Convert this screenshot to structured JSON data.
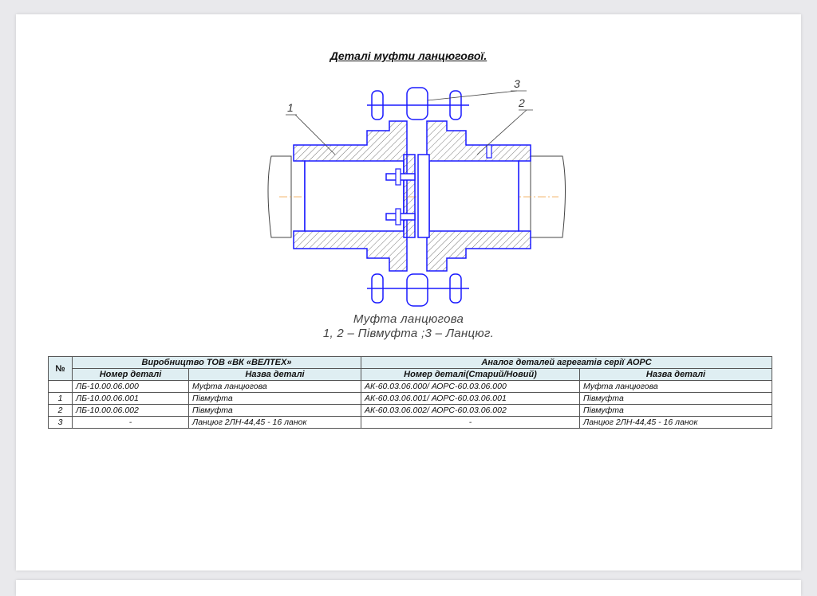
{
  "document": {
    "title": "Деталі муфти ланцюгової."
  },
  "drawing": {
    "callouts": [
      "1",
      "2",
      "3"
    ],
    "caption_line1": "Муфта ланцюгова",
    "caption_line2": "1, 2 – Півмуфта ;3 – Ланцюг."
  },
  "table": {
    "num_header": "№",
    "group_left": "Виробництво ТОВ «ВК «ВЕЛТЕХ»",
    "group_right": "Аналог деталей агрегатів серії АОРС",
    "col_part_no": "Номер деталі",
    "col_part_name": "Назва деталі",
    "col_analog_no": "Номер деталі(Старий/Новий)",
    "col_analog_name": "Назва деталі",
    "rows": [
      {
        "num": "",
        "part_no": "ЛБ-10.00.06.000",
        "part_name": "Муфта ланцюгова",
        "analog_no": "АК-60.03.06.000/ АОРС-60.03.06.000",
        "analog_name": "Муфта ланцюгова"
      },
      {
        "num": "1",
        "part_no": "ЛБ-10.00.06.001",
        "part_name": "Півмуфта",
        "analog_no": "АК-60.03.06.001/ АОРС-60.03.06.001",
        "analog_name": "Півмуфта"
      },
      {
        "num": "2",
        "part_no": "ЛБ-10.00.06.002",
        "part_name": "Півмуфта",
        "analog_no": "АК-60.03.06.002/ АОРС-60.03.06.002",
        "analog_name": "Півмуфта"
      },
      {
        "num": "3",
        "part_no": "-",
        "part_name": "Ланцюг 2ЛН-44,45 - 16 ланок",
        "analog_no": "-",
        "analog_name": "Ланцюг 2ЛН-44,45 - 16 ланок"
      }
    ]
  },
  "colors": {
    "drawing_line": "#1a1aff",
    "hatch": "#555555",
    "axis": "#f0a040",
    "header_fill": "#dfeef2"
  }
}
